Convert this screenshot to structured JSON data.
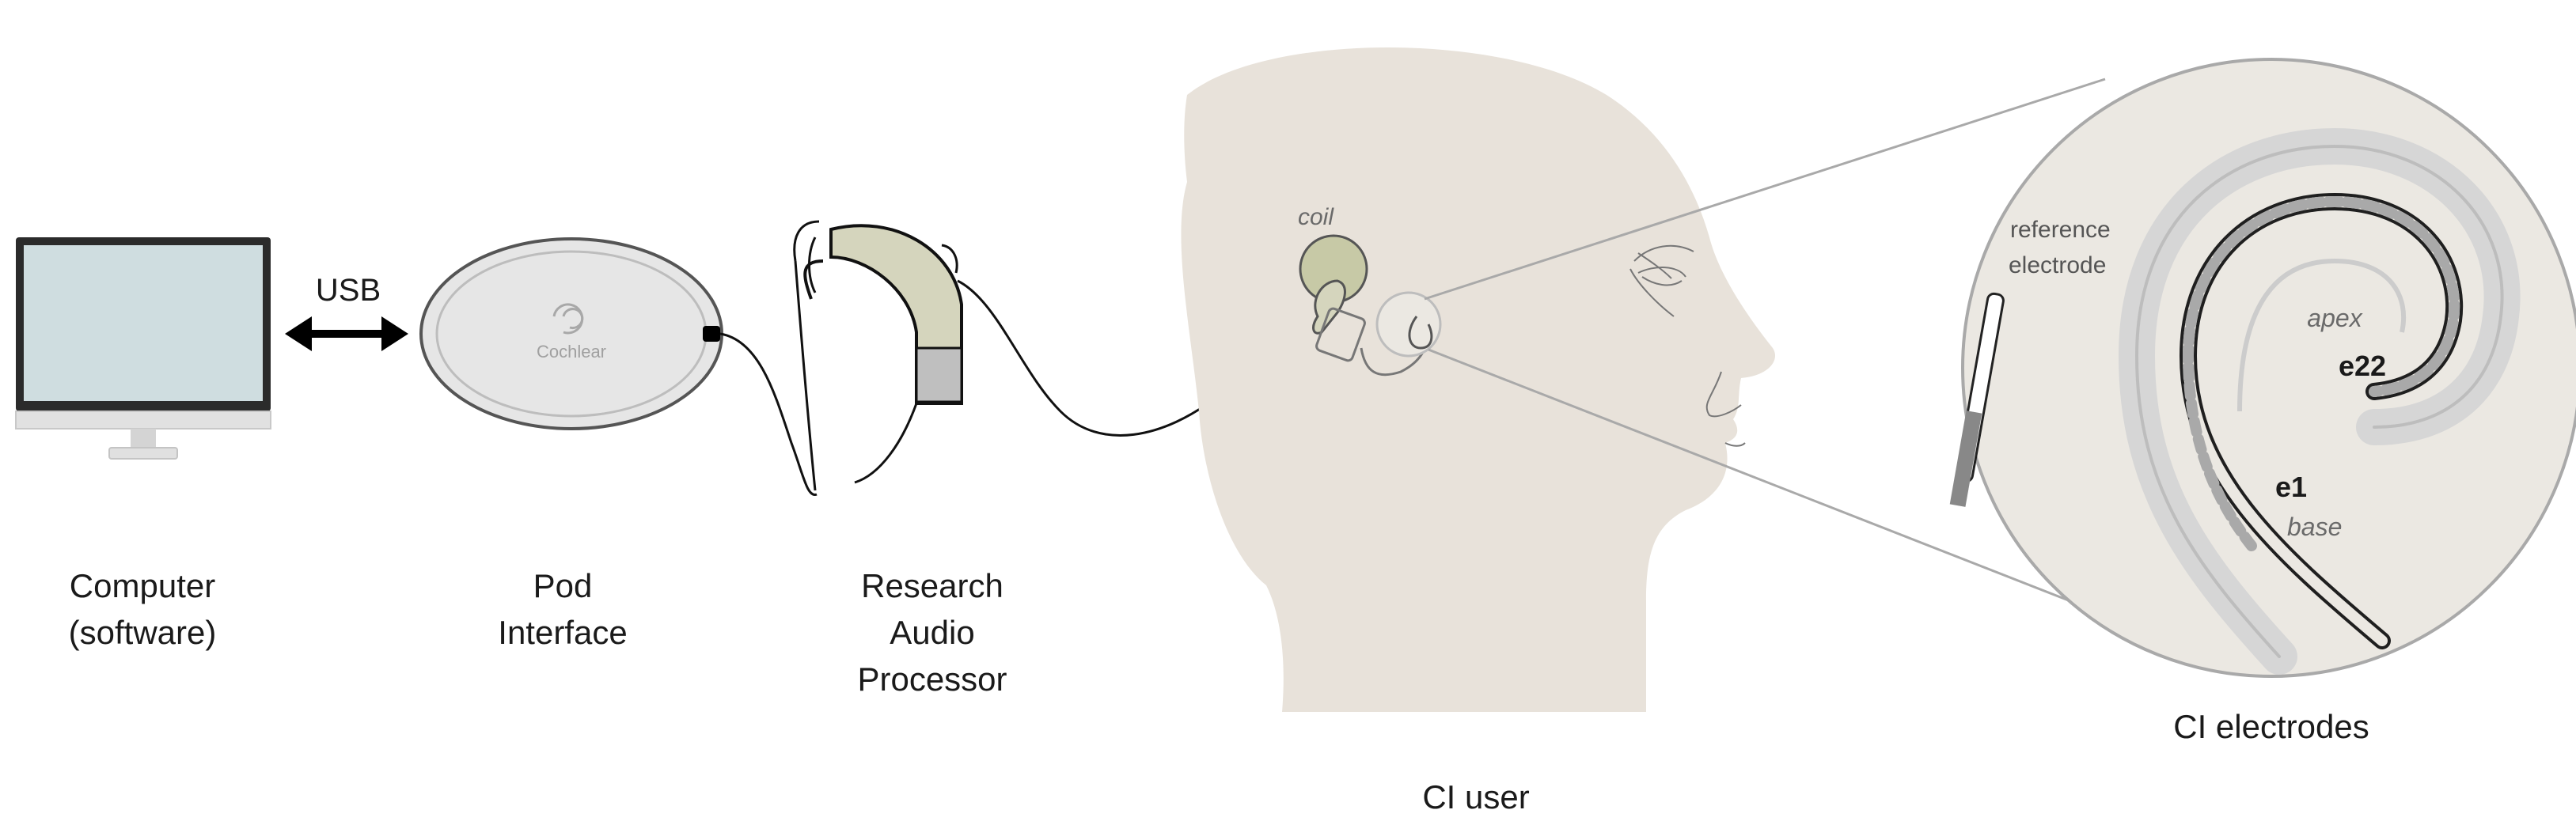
{
  "labels": {
    "usb": "USB",
    "computer_line1": "Computer",
    "computer_line2": "(software)",
    "pod_line1": "Pod",
    "pod_line2": "Interface",
    "rap_line1": "Research",
    "rap_line2": "Audio",
    "rap_line3": "Processor",
    "ci_user": "CI user",
    "ci_electrodes": "CI electrodes",
    "coil": "coil",
    "reference_line1": "reference",
    "reference_line2": "electrode",
    "apex": "apex",
    "base": "base",
    "e22": "e22",
    "e1": "e1",
    "pod_logo": "Cochlear"
  },
  "colors": {
    "skin": "#e8e2da",
    "zoom_bg": "#ebe8e2",
    "monitor_screen": "#cfdde0",
    "monitor_frame": "#2b2b2b",
    "pod_fill": "#e6e6e6",
    "processor_khaki": "#d5d5bd",
    "coil_green": "#c7c9a6",
    "cochlea_stroke": "#1f1f1f",
    "electrode_gray": "#a9a9a9"
  }
}
